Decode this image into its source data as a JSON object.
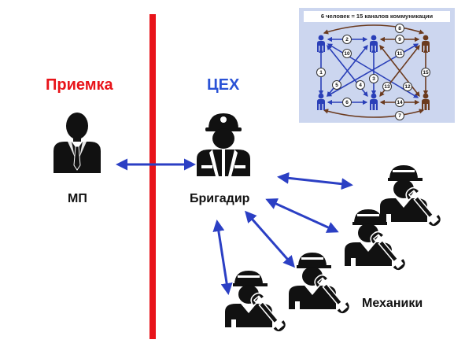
{
  "titles": {
    "left": "Приемка",
    "right": "ЦЕХ"
  },
  "labels": {
    "manager": "МП",
    "foreman": "Бригадир",
    "mechanics": "Механики"
  },
  "inset": {
    "title": "6 человек = 15 каналов коммуникации",
    "channel_numbers": [
      "1",
      "2",
      "3",
      "4",
      "5",
      "6",
      "7",
      "8",
      "9",
      "10",
      "11",
      "12",
      "13",
      "14",
      "15"
    ]
  },
  "colors": {
    "divider": "#e8141a",
    "left_title": "#e8141a",
    "right_title": "#2a52d6",
    "arrow": "#2b3fc4",
    "inset_bg": "#ccd6ef",
    "inset_people_blue": "#2a3fb8",
    "inset_people_brown": "#6b3a1e"
  },
  "icons": {
    "manager": "businessman-icon",
    "foreman": "hardhat-worker-icon",
    "mechanic": "mechanic-with-wrench-icon"
  }
}
